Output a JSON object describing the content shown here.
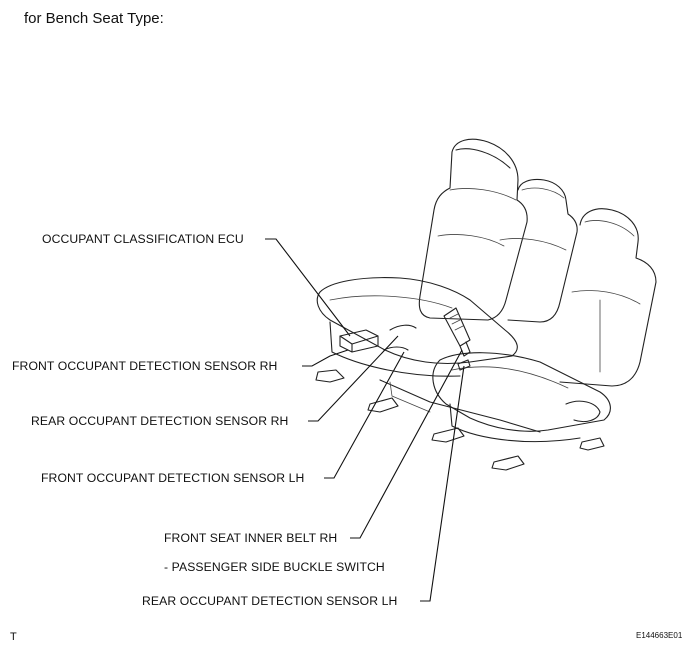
{
  "heading": "for Bench Seat Type:",
  "labels": {
    "ecu": "OCCUPANT CLASSIFICATION ECU",
    "front_rh": "FRONT OCCUPANT DETECTION SENSOR RH",
    "rear_rh": "REAR OCCUPANT DETECTION SENSOR RH",
    "front_lh": "FRONT OCCUPANT DETECTION SENSOR LH",
    "belt_rh": "FRONT SEAT INNER BELT RH",
    "buckle": "- PASSENGER SIDE BUCKLE SWITCH",
    "rear_lh": "REAR OCCUPANT DETECTION SENSOR LH"
  },
  "footer": {
    "left_mark": "T",
    "figure_code": "E144663E01"
  }
}
